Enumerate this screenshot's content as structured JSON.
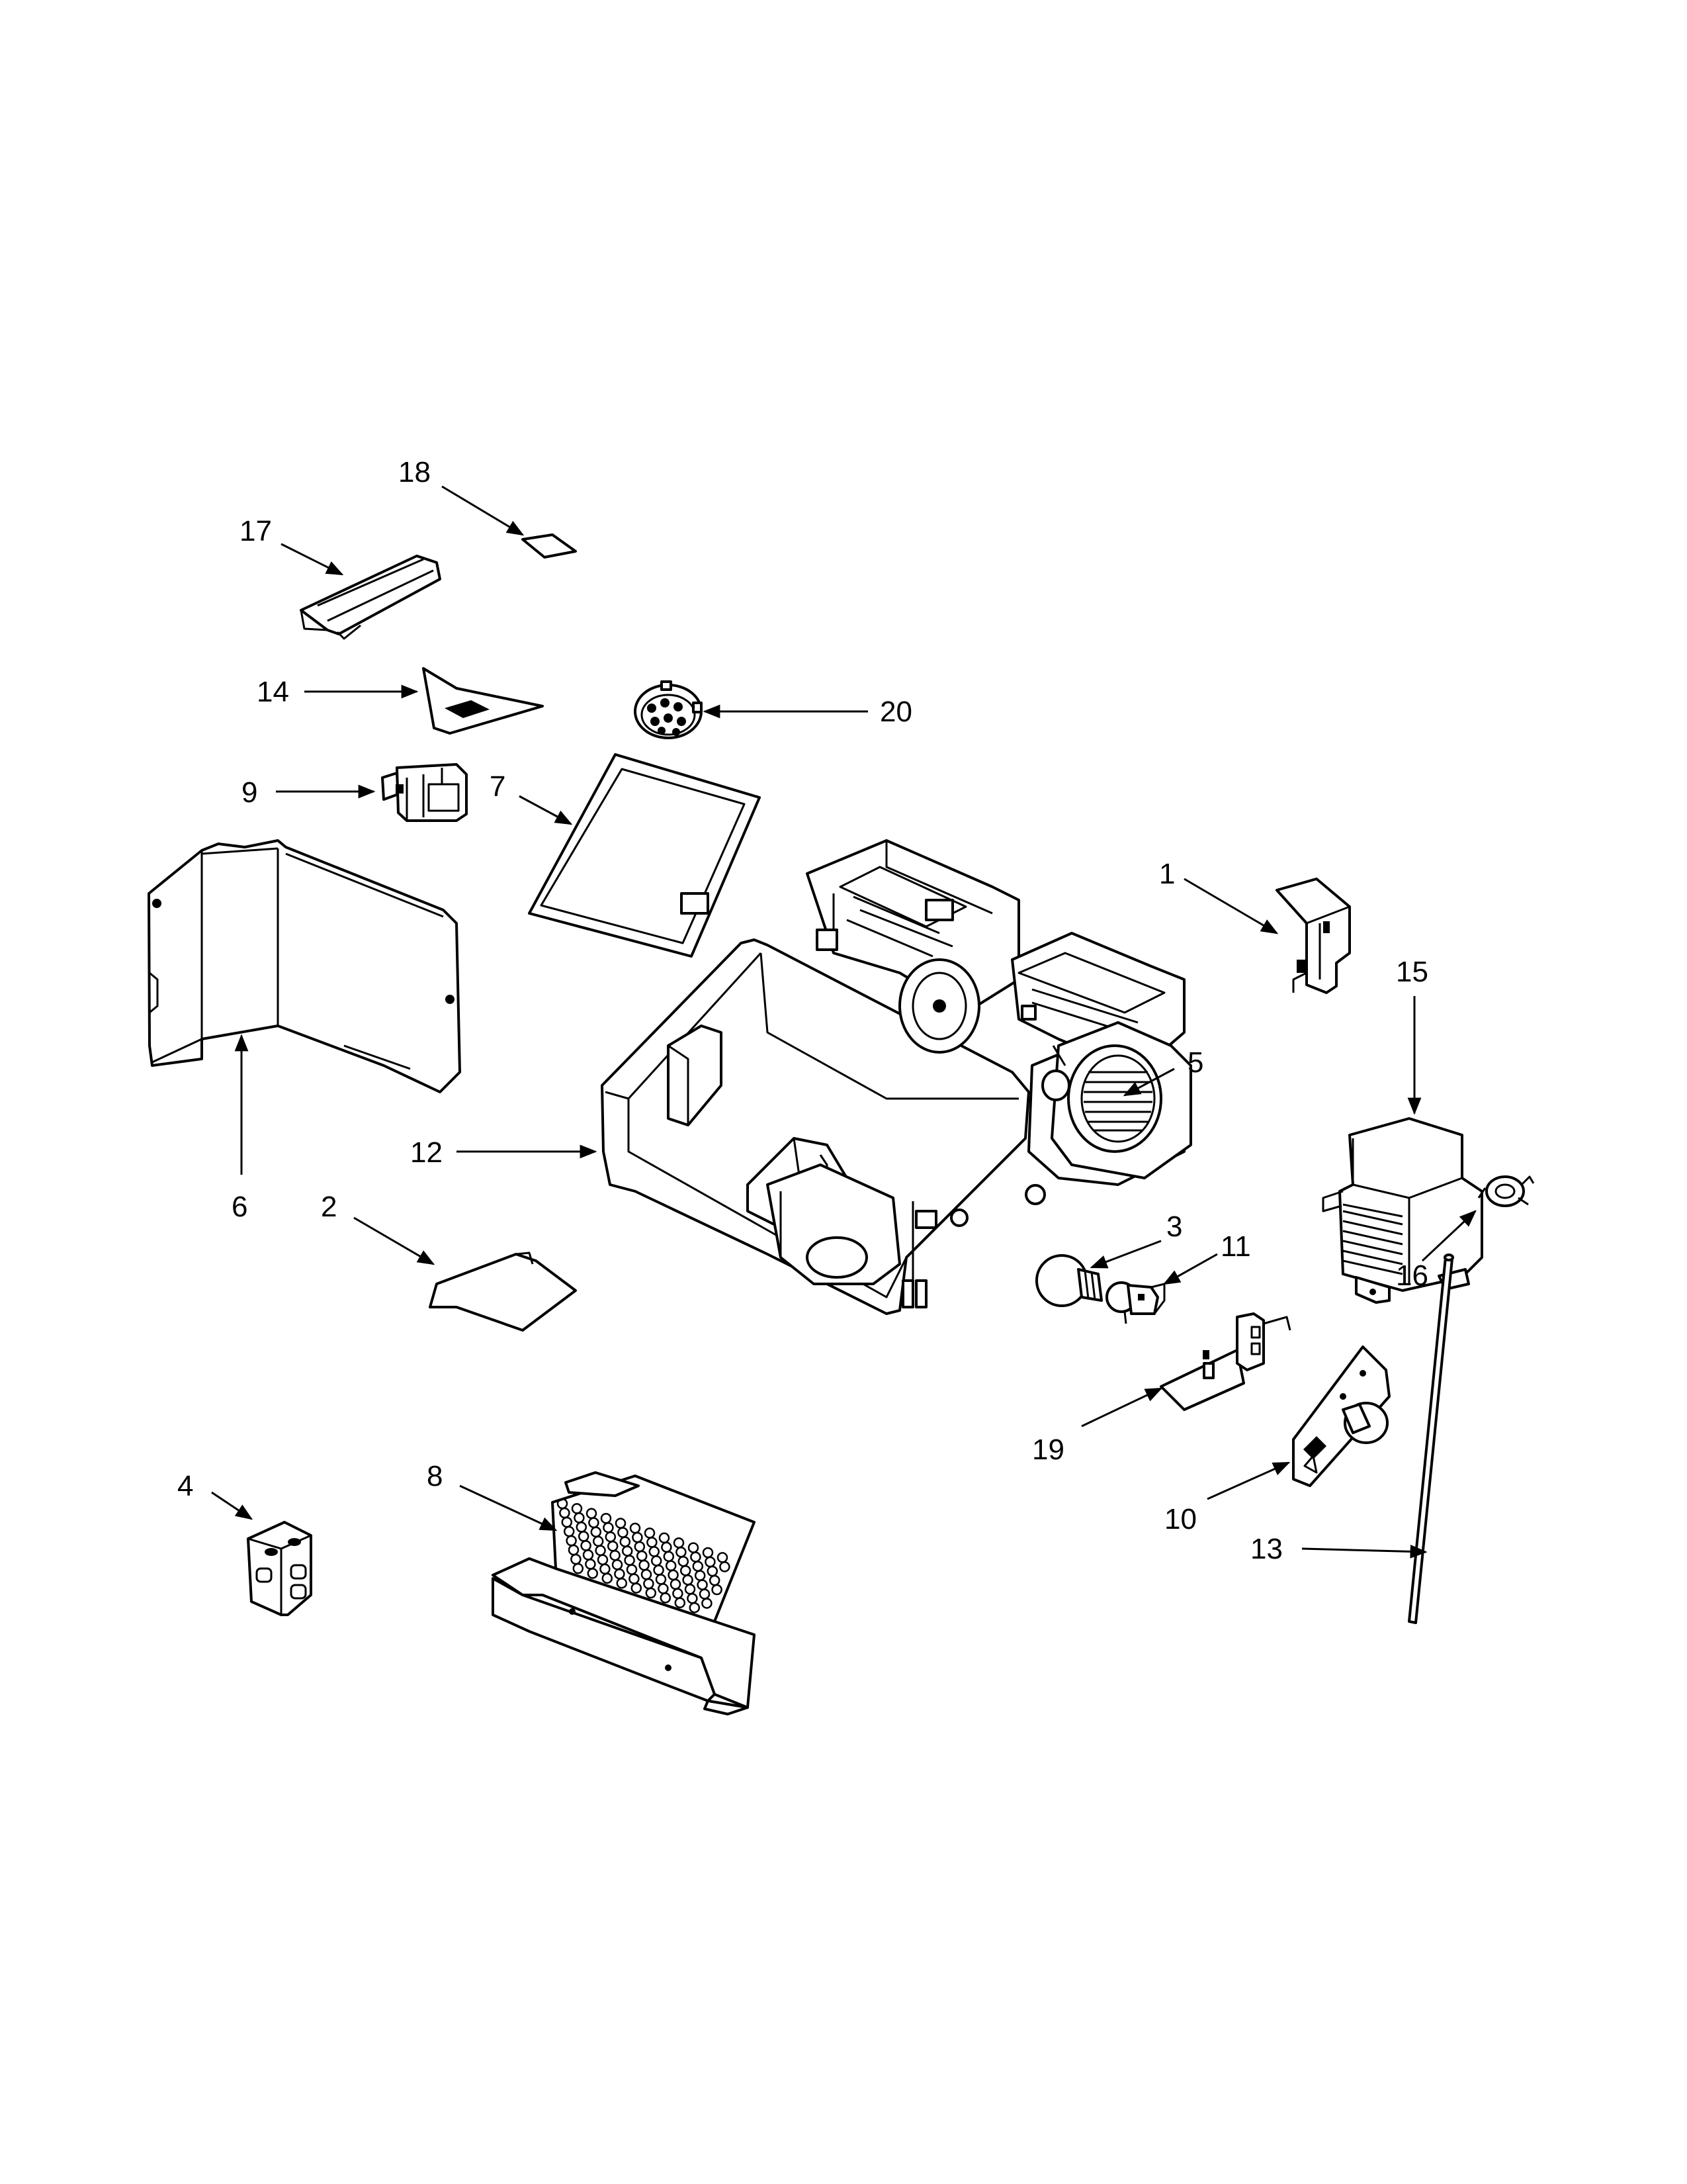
{
  "diagram": {
    "callouts": [
      {
        "id": "1",
        "label": "1"
      },
      {
        "id": "2",
        "label": "2"
      },
      {
        "id": "3",
        "label": "3"
      },
      {
        "id": "4",
        "label": "4"
      },
      {
        "id": "5",
        "label": "5"
      },
      {
        "id": "6",
        "label": "6"
      },
      {
        "id": "7",
        "label": "7"
      },
      {
        "id": "8",
        "label": "8"
      },
      {
        "id": "9",
        "label": "9"
      },
      {
        "id": "10",
        "label": "10"
      },
      {
        "id": "11",
        "label": "11"
      },
      {
        "id": "12",
        "label": "12"
      },
      {
        "id": "13",
        "label": "13"
      },
      {
        "id": "14",
        "label": "14"
      },
      {
        "id": "15",
        "label": "15"
      },
      {
        "id": "16",
        "label": "16"
      },
      {
        "id": "17",
        "label": "17"
      },
      {
        "id": "18",
        "label": "18"
      },
      {
        "id": "19",
        "label": "19"
      },
      {
        "id": "20",
        "label": "20"
      }
    ],
    "colors": {
      "line": "#000000",
      "background": "#ffffff"
    }
  }
}
